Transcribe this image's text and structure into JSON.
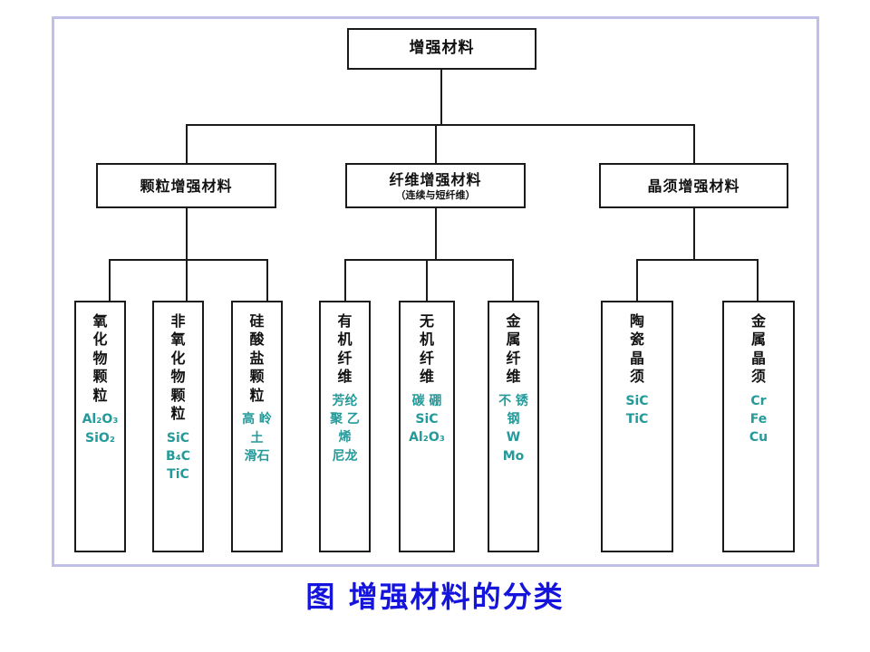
{
  "figure": {
    "caption": "图  增强材料的分类",
    "caption_color": "#1414dd",
    "frame_color": "#bfbfe8",
    "line_color": "#1a1a1a",
    "accent_color": "#249a9a",
    "title_color": "#111111"
  },
  "tree": {
    "root": {
      "title": "增强材料"
    },
    "level2": [
      {
        "title": "颗粒增强材料",
        "subtitle": ""
      },
      {
        "title": "纤维增强材料",
        "subtitle": "（连续与短纤维）"
      },
      {
        "title": "晶须增强材料",
        "subtitle": ""
      }
    ],
    "leaves": [
      {
        "title": "氧\n化\n物\n颗\n粒",
        "items": [
          "Al₂O₃",
          "SiO₂"
        ]
      },
      {
        "title": "非\n氧\n化\n物\n颗\n粒",
        "items": [
          "SiC",
          "B₄C",
          "TiC"
        ]
      },
      {
        "title": "硅\n酸\n盐\n颗\n粒",
        "items": [
          "高 岭",
          "土",
          "滑石"
        ]
      },
      {
        "title": "有\n机\n纤\n维",
        "items": [
          "芳纶",
          "聚 乙",
          "烯",
          "尼龙"
        ]
      },
      {
        "title": "无\n机\n纤\n维",
        "items": [
          "碳  硼",
          "SiC",
          "Al₂O₃"
        ]
      },
      {
        "title": "金\n属\n纤\n维",
        "items": [
          "不 锈",
          "钢",
          "W",
          "Mo"
        ]
      },
      {
        "title": "陶\n瓷\n晶\n须",
        "items": [
          "SiC",
          "TiC"
        ]
      },
      {
        "title": "金\n属\n晶\n须",
        "items": [
          "Cr",
          "Fe",
          "Cu"
        ]
      }
    ]
  }
}
